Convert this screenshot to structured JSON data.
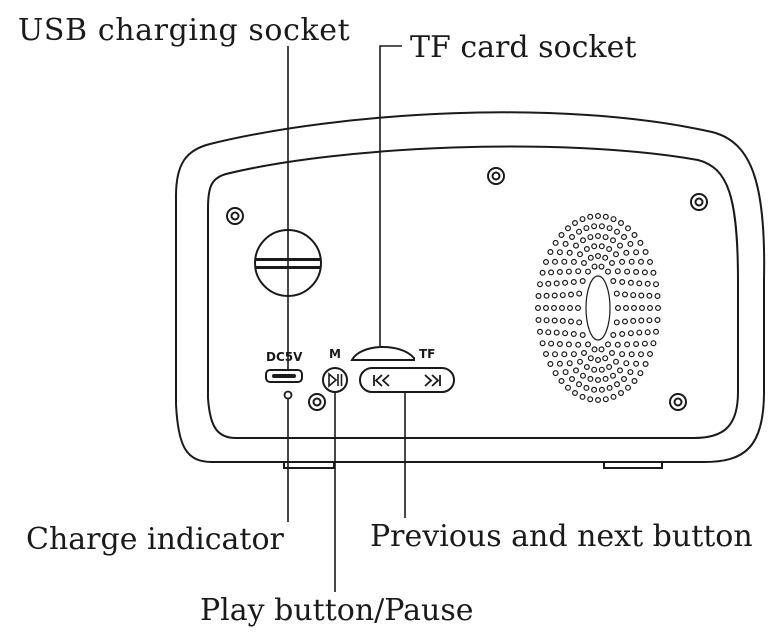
{
  "callouts": {
    "usb": "USB charging socket",
    "tf": "TF card socket",
    "charge": "Charge indicator",
    "prevnext": "Previous and next button",
    "play": "Play button/Pause"
  },
  "panel_marks": {
    "dc": "DC5V",
    "mode": "M",
    "tf": "TF"
  },
  "colors": {
    "line": "#1a1a1a",
    "background": "#ffffff"
  }
}
